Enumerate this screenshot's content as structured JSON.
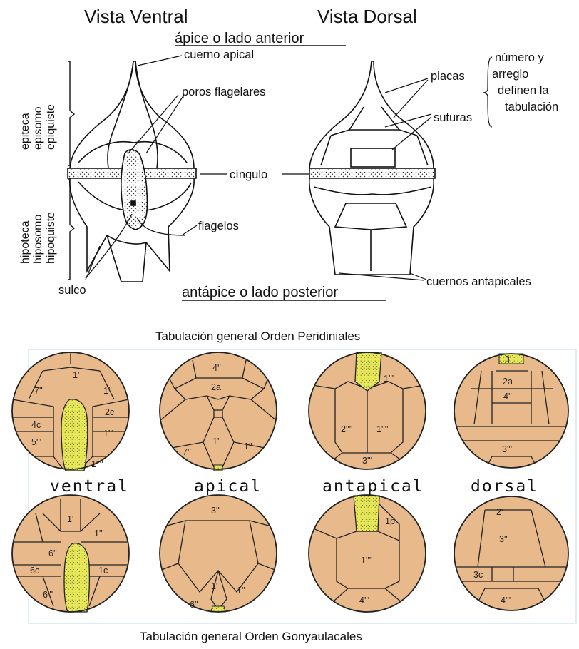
{
  "top": {
    "ventral_title": "Vista Ventral",
    "dorsal_title": "Vista Dorsal",
    "apex_label": "ápice o lado anterior",
    "antapex_label": "antápice o lado posterior",
    "labels": {
      "cuerno_apical": "cuerno apical",
      "poros_flagelares": "poros flagelares",
      "cingulo": "cíngulo",
      "flagelos": "flagelos",
      "sulco": "sulco",
      "placas": "placas",
      "suturas": "suturas",
      "cuernos_antapicales": "cuernos antapicales",
      "note_line1": "número y",
      "note_line2": "arreglo",
      "note_line3": "definen la",
      "note_line4": "tabulación"
    },
    "epitheca": [
      "epiteca",
      "episomo",
      "epiquiste"
    ],
    "hypotheca": [
      "hipoteca",
      "hiposomo",
      "hipoquiste"
    ]
  },
  "tabulation": {
    "peridiniales_caption": "Tabulación general Orden Peridiniales",
    "gonyaulacales_caption": "Tabulación general Orden Gonyaulacales",
    "views": [
      "ventral",
      "apical",
      "antapical",
      "dorsal"
    ],
    "peridiniales": {
      "ventral": [
        "1'",
        "7''",
        "1''",
        "4c",
        "2c",
        "5'''",
        "1'''",
        "1''''"
      ],
      "apical": [
        "4''",
        "2a",
        "7''",
        "1'",
        "1''"
      ],
      "antapical": [
        "1'''",
        "2''''",
        "1''''",
        "3'''"
      ],
      "dorsal": [
        "3'",
        "2a",
        "4''",
        "3'''"
      ]
    },
    "gonyaulacales": {
      "ventral": [
        "1'",
        "6''",
        "1''",
        "6c",
        "1c",
        "6'''"
      ],
      "apical": [
        "3''",
        "1'",
        "6''",
        "1''"
      ],
      "antapical": [
        "1p",
        "1''''",
        "4'''"
      ],
      "dorsal": [
        "2'",
        "3''",
        "3c",
        "4'''"
      ]
    }
  },
  "colors": {
    "plate_fill": "#e8b98a",
    "sulcus_fill": "#e6e85a",
    "outline": "#1a1a1a",
    "frame": "#c9dfee"
  }
}
